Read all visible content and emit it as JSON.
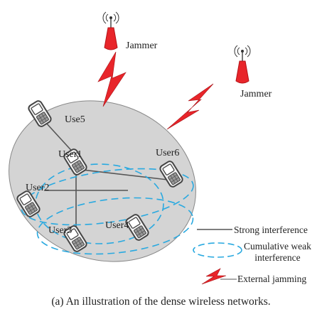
{
  "nodes": {
    "jammer_top": "Jammer",
    "jammer_right": "Jammer",
    "user1": "User1",
    "user2": "User2",
    "user3": "User3",
    "user4": "User4",
    "user5": "Use5",
    "user6": "User6"
  },
  "legend": {
    "strong": "Strong interference",
    "weak_line1": "Cumulative weak",
    "weak_line2": "interference",
    "jamming": "External jamming"
  },
  "caption": "(a) An illustration of the dense wireless networks.",
  "colors": {
    "cell": "#d4d4d4",
    "strong_line": "#555555",
    "weak_dash": "#29a9e0",
    "jammer": "#e8252a",
    "bolt": "#e8252a",
    "phone": "#444444"
  }
}
